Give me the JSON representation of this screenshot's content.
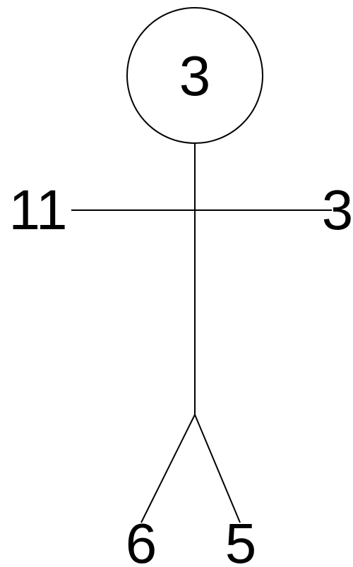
{
  "figure": {
    "head_label": "3",
    "left_hand_label": "11",
    "right_hand_label": "3",
    "left_foot_label": "6",
    "right_foot_label": "5"
  },
  "colors": {
    "stroke": "#000000",
    "background": "#ffffff"
  }
}
